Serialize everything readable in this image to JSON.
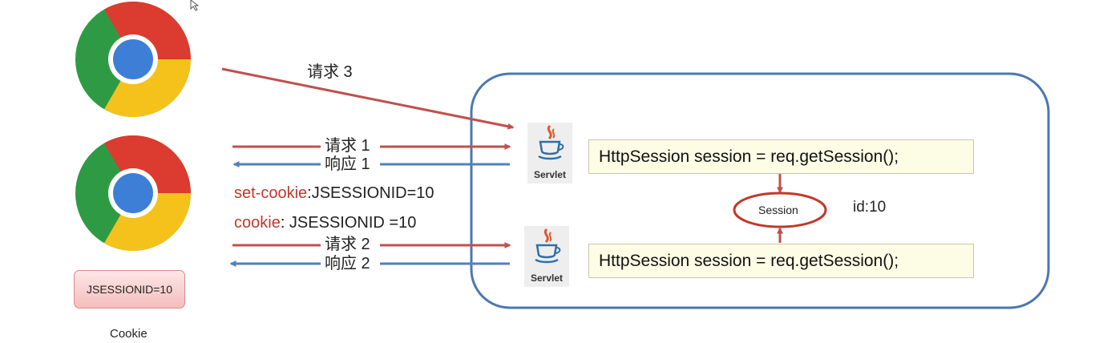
{
  "browsers": {
    "top": {
      "icon": "chrome-icon"
    },
    "bottom": {
      "icon": "chrome-icon"
    }
  },
  "cookie": {
    "badge_text": "JSESSIONID=10",
    "caption": "Cookie"
  },
  "requests": {
    "request3": "请求 3",
    "request1": "请求 1",
    "response1": "响应 1",
    "request2": "请求 2",
    "response2": "响应 2"
  },
  "headers": {
    "set_cookie_key": "set-cookie",
    "set_cookie_value": ":JSESSIONID=10",
    "cookie_key": "cookie",
    "cookie_value": ": JSESSIONID =10"
  },
  "server": {
    "servlet_label": "Servlet",
    "code_line_1": "HttpSession session = req.getSession();",
    "code_line_2": "HttpSession session = req.getSession();",
    "session_label": "Session",
    "session_id": "id:10"
  },
  "colors": {
    "arrow_red": "#c0504d",
    "arrow_blue": "#4f81bd",
    "server_border": "#4a78b0",
    "session_ellipse": "#c0392b"
  }
}
